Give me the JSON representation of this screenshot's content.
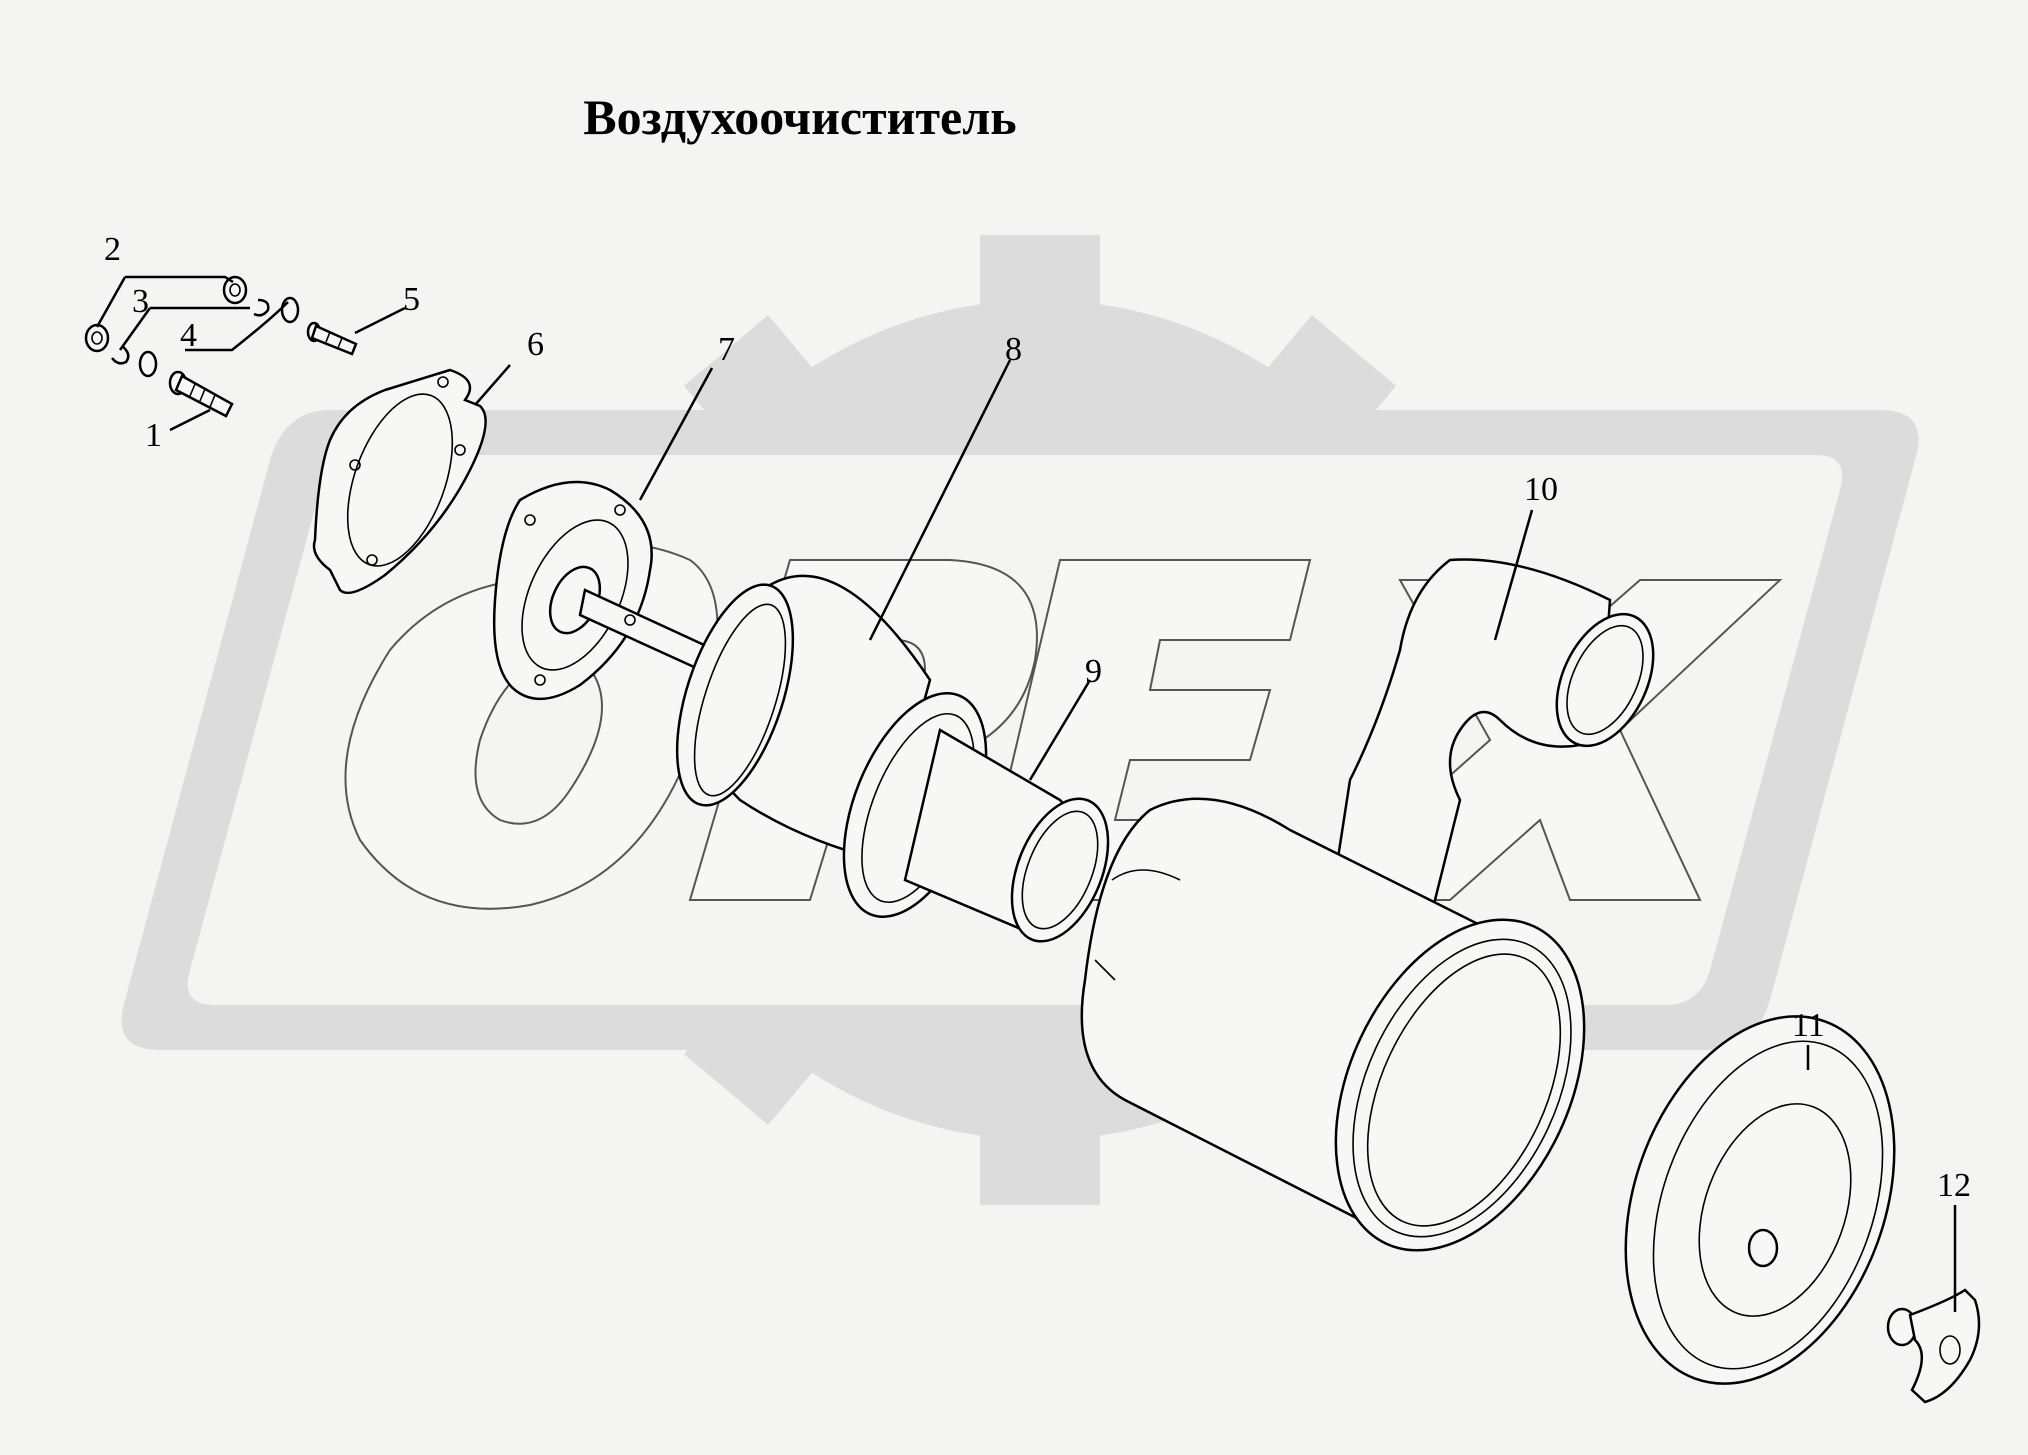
{
  "title": "Воздухоочиститель",
  "watermark": {
    "text": "OPEX",
    "color": "#dcdcdc"
  },
  "callouts": [
    {
      "id": "1",
      "text": "1"
    },
    {
      "id": "2",
      "text": "2"
    },
    {
      "id": "3",
      "text": "3"
    },
    {
      "id": "4",
      "text": "4"
    },
    {
      "id": "5",
      "text": "5"
    },
    {
      "id": "6",
      "text": "6"
    },
    {
      "id": "7",
      "text": "7"
    },
    {
      "id": "8",
      "text": "8"
    },
    {
      "id": "9",
      "text": "9"
    },
    {
      "id": "10",
      "text": "10"
    },
    {
      "id": "11",
      "text": "11"
    },
    {
      "id": "12",
      "text": "12"
    }
  ]
}
